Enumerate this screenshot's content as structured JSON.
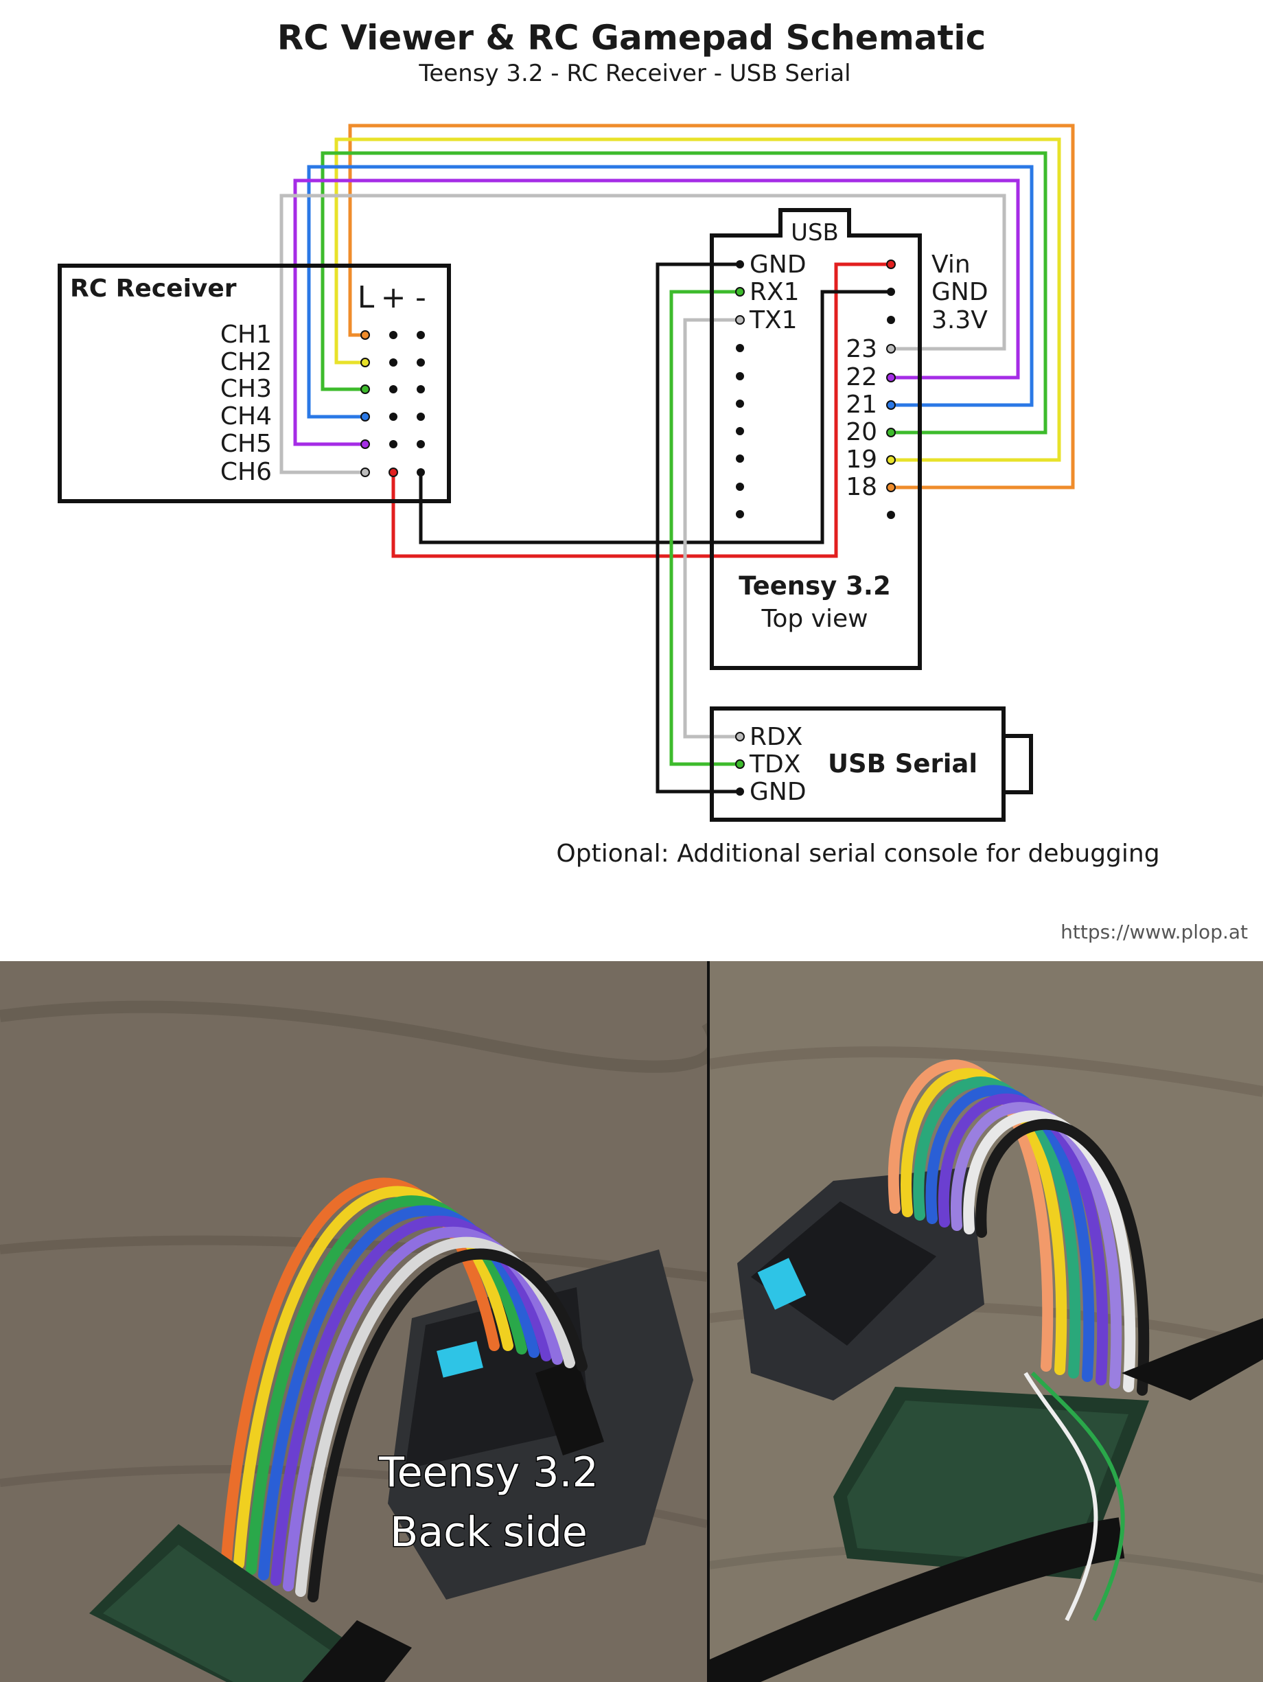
{
  "title": "RC Viewer & RC Gamepad Schematic",
  "subtitle": "Teensy 3.2 - RC Receiver - USB Serial",
  "receiver": {
    "label": "RC Receiver",
    "header_labels": [
      "L",
      "+",
      "-"
    ],
    "channels": [
      "CH1",
      "CH2",
      "CH3",
      "CH4",
      "CH5",
      "CH6"
    ]
  },
  "teensy": {
    "usb_label": "USB",
    "left_pins": [
      "GND",
      "RX1",
      "TX1"
    ],
    "right_top_pins": [
      "Vin",
      "GND",
      "3.3V"
    ],
    "right_numbers": [
      "23",
      "22",
      "21",
      "20",
      "19",
      "18"
    ],
    "name": "Teensy 3.2",
    "view": "Top view"
  },
  "usb_serial": {
    "label": "USB Serial",
    "pins": [
      "RDX",
      "TDX",
      "GND"
    ]
  },
  "note": "Optional: Additional serial console for debugging",
  "url": "https://www.plop.at",
  "photo_left": {
    "caption_line1": "Teensy 3.2",
    "caption_line2": "Back side"
  },
  "colors": {
    "orange": "#ef8c2b",
    "yellow": "#e8e22a",
    "green": "#3dbb2c",
    "blue": "#2a78e6",
    "purple": "#a52ce6",
    "gray": "#bdbdbd",
    "red": "#e21f1f",
    "black": "#111111"
  }
}
